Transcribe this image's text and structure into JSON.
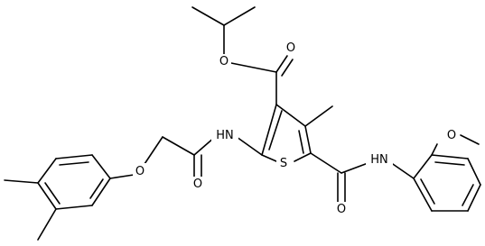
{
  "structure": {
    "atoms": {
      "o_ester_carbonyl": "O",
      "o_ester": "O",
      "n_amide_left": "HN",
      "o_amide_left": "O",
      "o_ether": "O",
      "s_thiophene": "S",
      "n_amide_right": "HN",
      "o_amide_right": "O",
      "o_methoxy": "O"
    }
  }
}
